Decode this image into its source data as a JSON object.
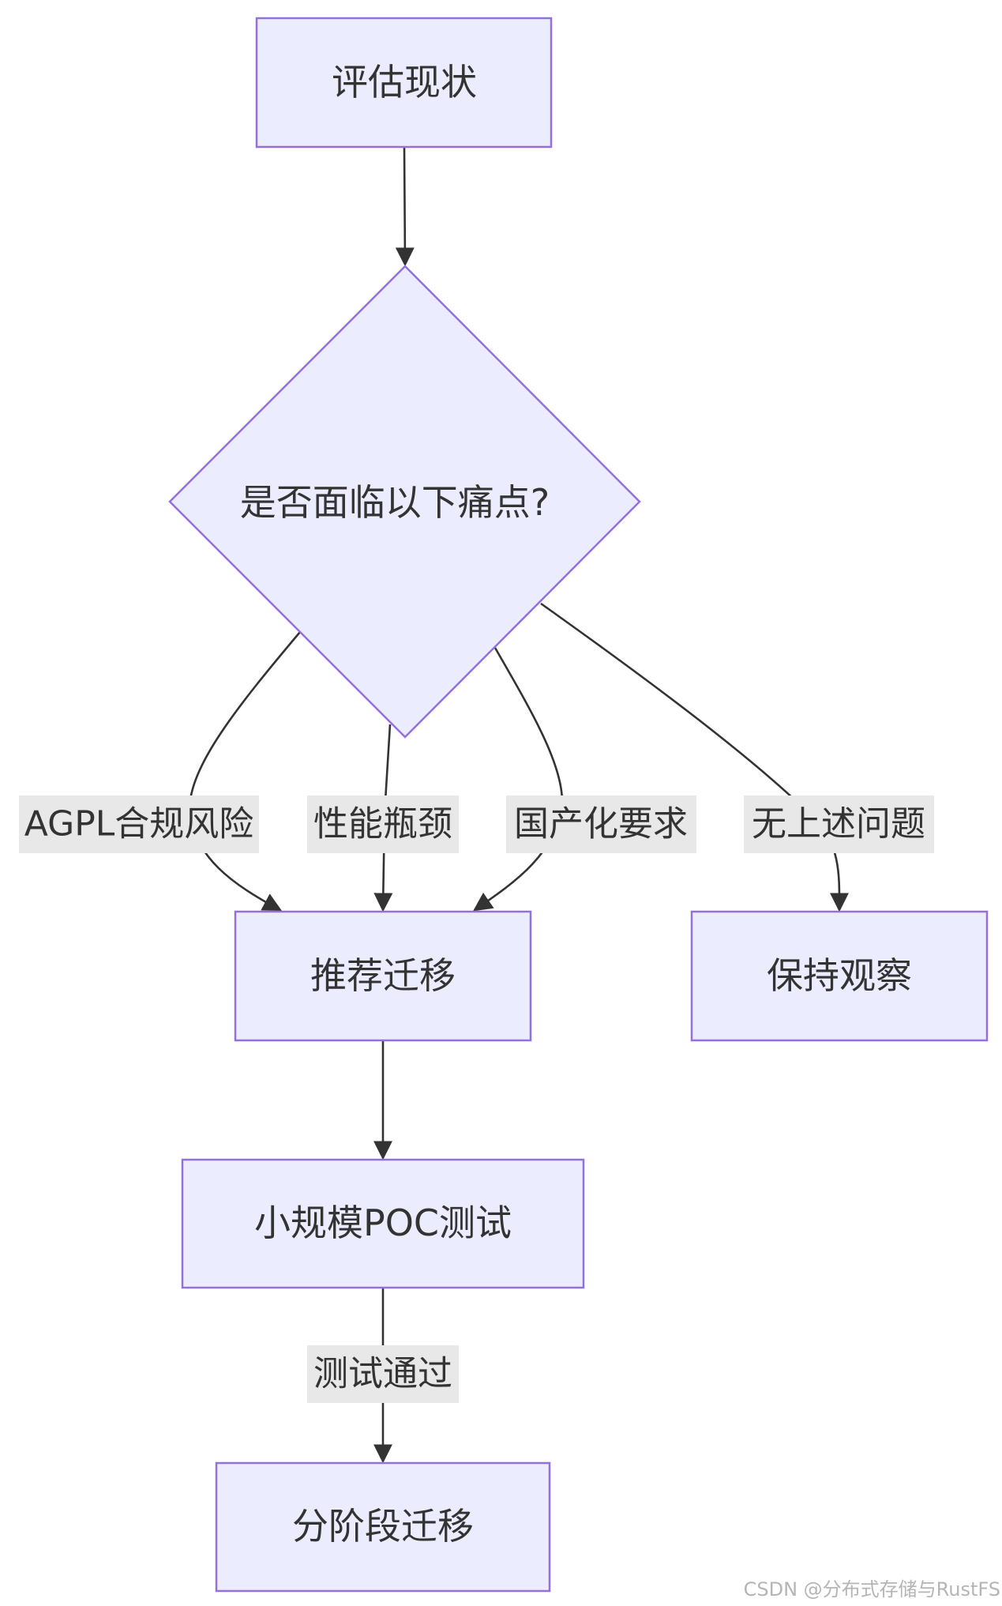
{
  "nodes": {
    "assess": "评估现状",
    "decision": "是否面临以下痛点?",
    "recommend": "推荐迁移",
    "observe": "保持观察",
    "poc": "小规模POC测试",
    "phased": "分阶段迁移"
  },
  "edge_labels": {
    "agpl": "AGPL合规风险",
    "perf": "性能瓶颈",
    "localization": "国产化要求",
    "none": "无上述问题",
    "passed": "测试通过"
  },
  "watermark": "CSDN @分布式存储与RustFS",
  "colors": {
    "node_fill": "#ececff",
    "node_stroke": "#9370db",
    "edge": "#333333",
    "label_bg": "#e8e8e8",
    "text": "#333333"
  }
}
